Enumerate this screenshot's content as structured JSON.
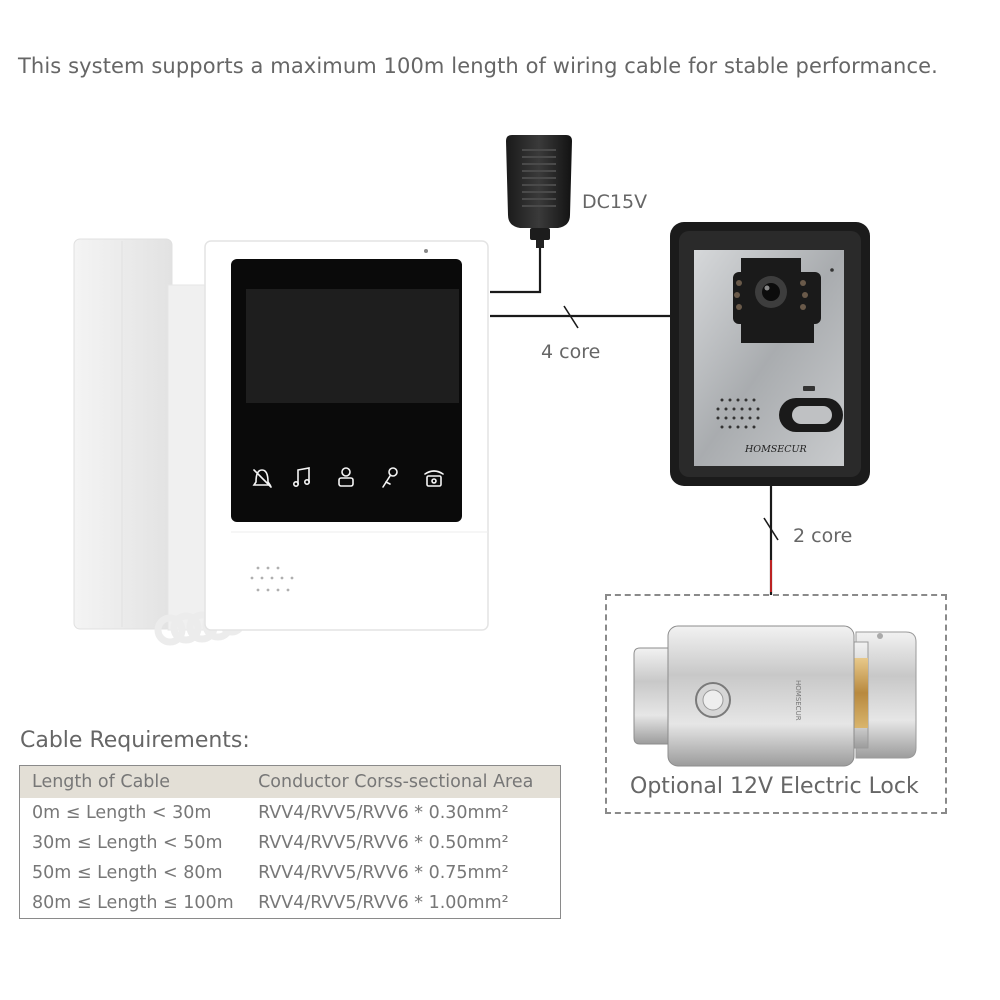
{
  "headline": "This system supports a maximum 100m length of wiring cable for stable performance.",
  "labels": {
    "power": "DC15V",
    "four_core": "4 core",
    "two_core": "2 core",
    "lock": "Optional 12V Electric Lock",
    "brand": "HOMSECUR",
    "lock_brand": "HOMSECUR"
  },
  "monitor_icons": [
    "bell-mute-icon",
    "music-note-icon",
    "user-icon",
    "key-icon",
    "phone-icon"
  ],
  "cable_requirements": {
    "title": "Cable Requirements:",
    "headers": [
      "Length of Cable",
      "Conductor Corss-sectional Area"
    ],
    "rows": [
      [
        "0m ≤ Length < 30m",
        "RVV4/RVV5/RVV6 * 0.30mm²"
      ],
      [
        "30m ≤ Length < 50m",
        "RVV4/RVV5/RVV6 * 0.50mm²"
      ],
      [
        "50m ≤ Length < 80m",
        "RVV4/RVV5/RVV6 * 0.75mm²"
      ],
      [
        "80m ≤ Length ≤ 100m",
        "RVV4/RVV5/RVV6 * 1.00mm²"
      ]
    ]
  },
  "colors": {
    "header_bg": "#e3dfd6",
    "screen": "#0a0a0a",
    "panel": "#b8babc"
  }
}
